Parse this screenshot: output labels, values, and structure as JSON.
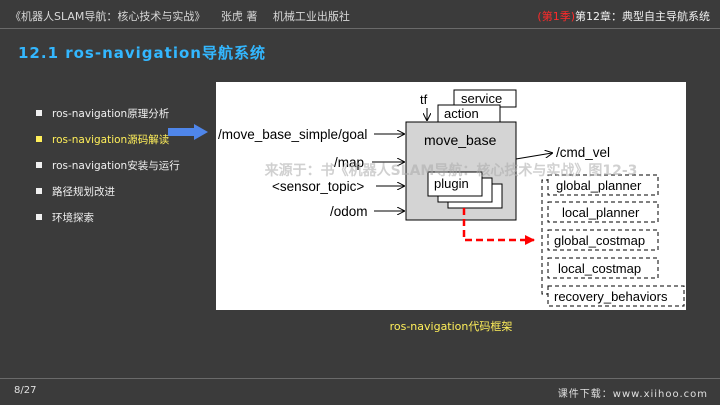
{
  "header": {
    "book_title": "《机器人SLAM导航：核心技术与实战》",
    "author": "张虎 著",
    "publisher": "机械工业出版社",
    "season": "(第1季)",
    "chapter": "第12章：典型自主导航系统"
  },
  "section_title": "12.1 ros-navigation导航系统",
  "menu": {
    "items": [
      {
        "label": "ros-navigation原理分析",
        "active": false
      },
      {
        "label": "ros-navigation源码解读",
        "active": true
      },
      {
        "label": "ros-navigation安装与运行",
        "active": false
      },
      {
        "label": "路径规划改进",
        "active": false
      },
      {
        "label": "环境探索",
        "active": false
      }
    ]
  },
  "diagram": {
    "inputs": [
      "/move_base_simple/goal",
      "/map",
      "<sensor_topic>",
      "/odom"
    ],
    "tf_label": "tf",
    "service_label": "service",
    "action_label": "action",
    "node_label": "move_base",
    "plugin_label": "plugin",
    "output_label": "/cmd_vel",
    "plugins": [
      "global_planner",
      "local_planner",
      "global_costmap",
      "local_costmap",
      "recovery_behaviors"
    ]
  },
  "watermark": "来源于：书《机器人SLAM导航：核心技术与实战》图12-3",
  "caption": "ros-navigation代码框架",
  "footer": {
    "page": "8/27",
    "download": "课件下载：www.xiihoo.com"
  },
  "colors": {
    "background": "#3b3b3b",
    "title": "#33b7ff",
    "highlight": "#ffef5a",
    "season": "#ff2a2a",
    "arrow": "#4f86ea",
    "dashed_link": "#ff0000"
  }
}
